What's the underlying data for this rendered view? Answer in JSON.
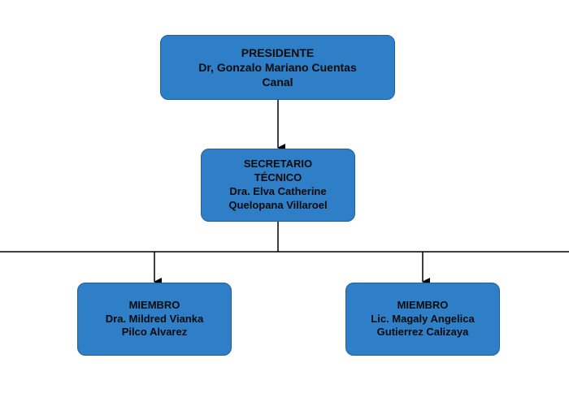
{
  "org_chart": {
    "president": {
      "role": "PRESIDENTE",
      "name_line1": "Dr, Gonzalo Mariano Cuentas",
      "name_line2": "Canal"
    },
    "secretary": {
      "role_line1": "SECRETARIO",
      "role_line2": "TÉCNICO",
      "name_line1": "Dra. Elva Catherine",
      "name_line2": "Quelopana Villaroel"
    },
    "members": [
      {
        "role": "MIEMBRO",
        "name_line1": "Dra. Mildred Vianka",
        "name_line2": "Pilco Alvarez"
      },
      {
        "role": "MIEMBRO",
        "name_line1": "Lic. Magaly Angelica",
        "name_line2": "Gutierrez Calizaya"
      }
    ]
  },
  "colors": {
    "node_fill": "#2e7fc7",
    "node_border": "#1f5f9c",
    "connector": "#000000"
  }
}
